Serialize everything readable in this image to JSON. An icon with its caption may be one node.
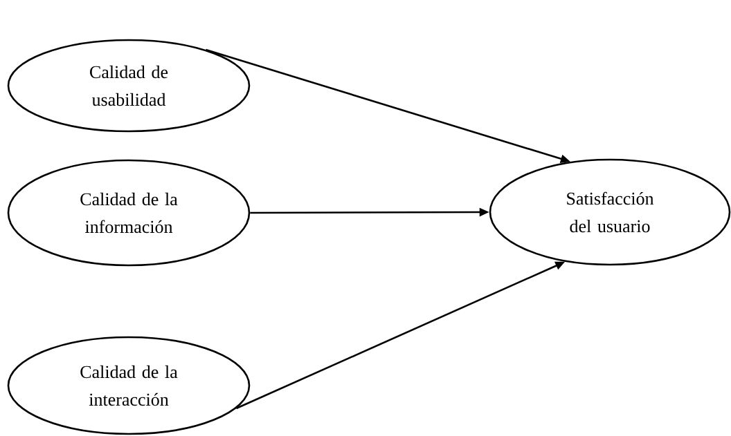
{
  "diagram": {
    "nodes": [
      {
        "text": [
          "Calidad de usabilidad"
        ]
      },
      {
        "text": [
          "Calidad de la información"
        ]
      },
      {
        "text": [
          "Calidad de la interacción"
        ]
      },
      {
        "text": [
          "Satisfacción del usuario"
        ]
      }
    ],
    "edges": [
      {
        "from": 0,
        "to": 3,
        "arrow": "to"
      },
      {
        "from": 1,
        "to": 3,
        "arrow": "to"
      },
      {
        "from": 2,
        "to": 3,
        "arrow": "to"
      }
    ]
  }
}
